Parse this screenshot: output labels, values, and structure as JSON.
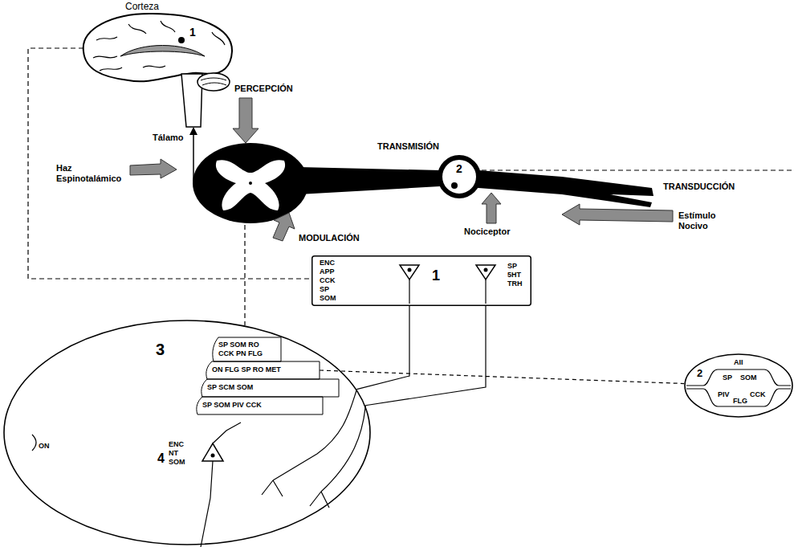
{
  "diagram": {
    "nodes": [
      {
        "text": [
          "ENC APP CCK SP SOM",
          "1",
          "SP 5HT TRH"
        ]
      },
      {
        "text": [
          "3",
          "ON"
        ]
      },
      {
        "text": [
          "SP SOM RO CCK PN FLG"
        ],
        "in": 1
      },
      {
        "text": [
          "ON FLG SP RO MET"
        ],
        "in": 1
      },
      {
        "text": [
          "SP SCM SOM"
        ],
        "in": 1
      },
      {
        "text": [
          "SP SOM PIV CCK"
        ],
        "in": 1
      },
      {
        "text": [
          "4",
          "ENC NT SOM"
        ],
        "in": 1
      },
      {
        "text": [
          "2",
          "AII",
          "SP",
          "SOM",
          "PIV",
          "FLG",
          "CCK"
        ]
      }
    ],
    "edges": [
      {
        "from": 0,
        "to": 1,
        "arrow": "none"
      },
      {
        "from": 0,
        "to": 1,
        "arrow": "none"
      },
      {
        "from": 3,
        "to": 7,
        "arrow": "none"
      }
    ],
    "labels": [
      "Corteza",
      "1",
      "PERCEPCIÓN",
      "Tálamo",
      "Haz Espinotalámico",
      "TRANSMISIÓN",
      "2",
      "TRANSDUCCIÓN",
      "Nociceptor",
      "Estímulo Nocivo",
      "MODULACIÓN"
    ]
  }
}
